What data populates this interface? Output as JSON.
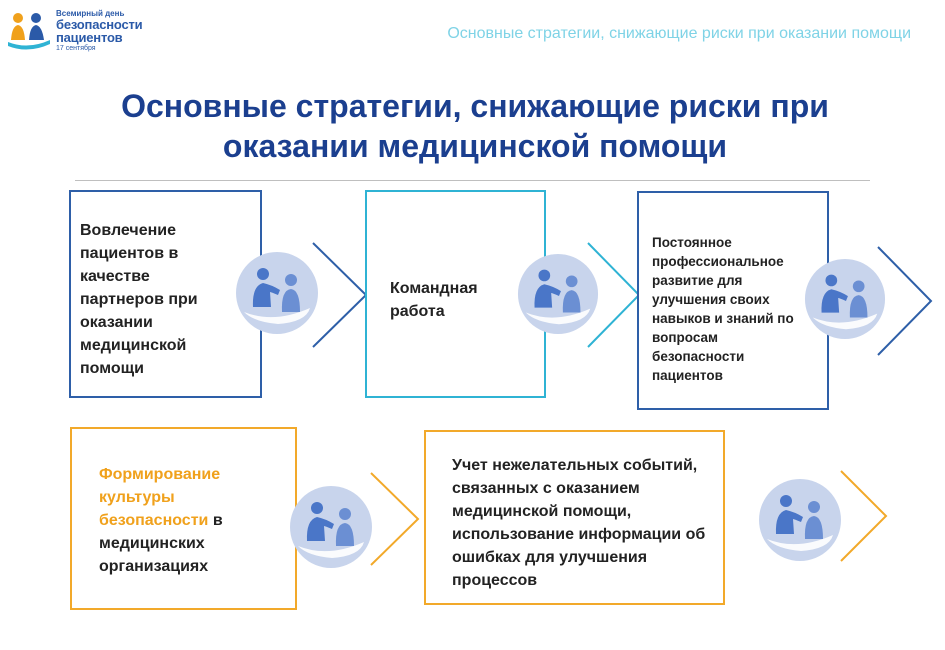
{
  "header": {
    "logo": {
      "line1": "Всемирный день",
      "line2": "безопасности",
      "line3": "пациентов",
      "date": "17 сентября",
      "icon": "people-logo-icon"
    },
    "title": "Основные стратегии, снижающие риски при оказании помощи"
  },
  "slide": {
    "title_line1": "Основные стратегии, снижающие риски при",
    "title_line2": "оказании медицинской помощи"
  },
  "colors": {
    "blue_border": "#2e5fa8",
    "cyan_border": "#2fb3d4",
    "orange_border": "#f2a92a",
    "title": "#1b3f8f"
  },
  "cards": [
    {
      "id": "engagement",
      "text": "Вовлечение пациентов в качестве партнеров при оказании медицинской помощи",
      "icon": "helping-people-icon"
    },
    {
      "id": "teamwork",
      "text": "Командная работа",
      "icon": "helping-people-icon"
    },
    {
      "id": "development",
      "text": "Постоянное профессиональное развитие для улучшения своих навыков и знаний по вопросам безопасности пациентов",
      "icon": "helping-people-icon"
    },
    {
      "id": "culture",
      "text_highlight": "Формирование культуры безопасности",
      "text_rest": " в медицинских организациях",
      "icon": "helping-people-icon"
    },
    {
      "id": "events",
      "text": "Учет нежелательных событий, связанных с оказанием медицинской помощи, использование информации об ошибках для улучшения процессов",
      "icon": "helping-people-icon"
    }
  ]
}
